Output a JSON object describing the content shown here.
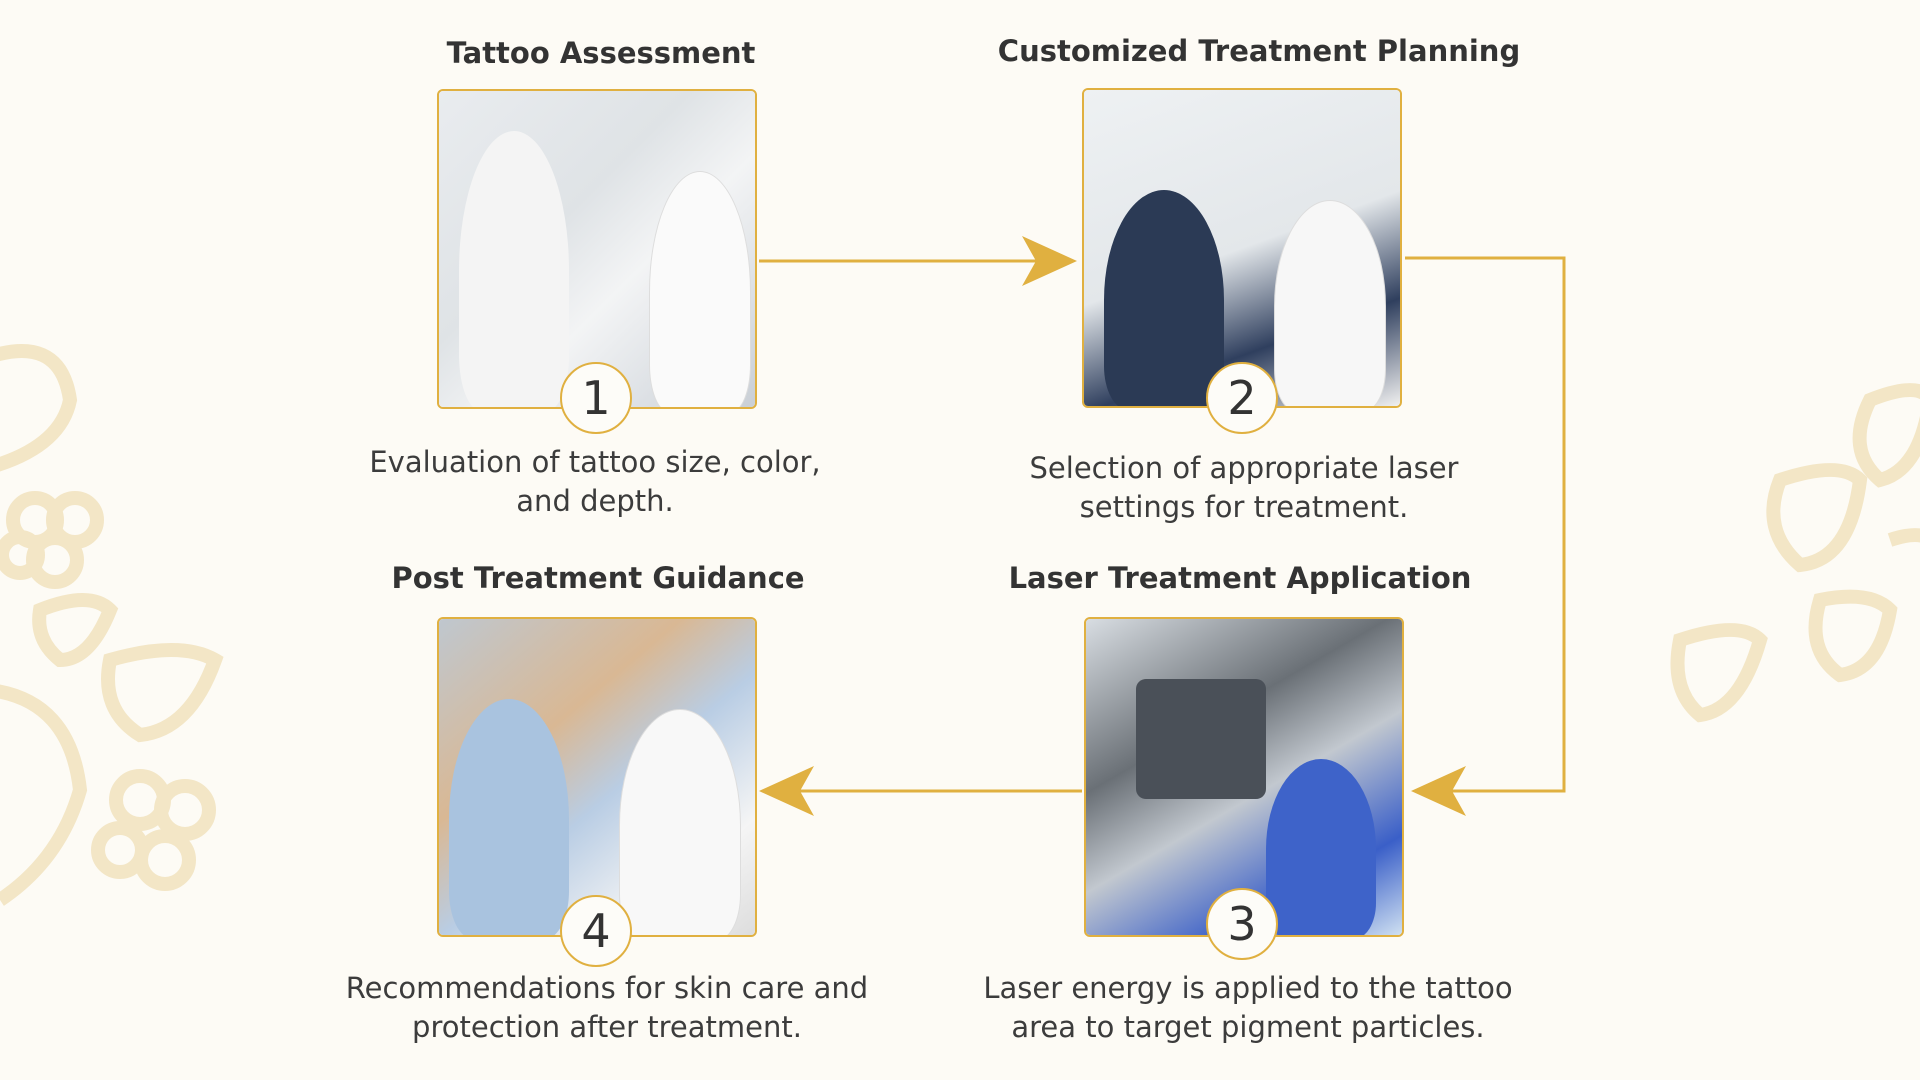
{
  "colors": {
    "accent": "#e0b040",
    "background": "#fdfbf5",
    "decoration": "#f3e6c6"
  },
  "steps": [
    {
      "number": "1",
      "title": "Tattoo Assessment",
      "desc_line1": "Evaluation of tattoo size, color,",
      "desc_line2": "and depth."
    },
    {
      "number": "2",
      "title": "Customized Treatment Planning",
      "desc_line1": "Selection of appropriate laser",
      "desc_line2": "settings for treatment."
    },
    {
      "number": "3",
      "title": "Laser Treatment Application",
      "desc_line1": "Laser energy is applied to the tattoo",
      "desc_line2": "area to target pigment particles."
    },
    {
      "number": "4",
      "title": "Post Treatment Guidance",
      "desc_line1": "Recommendations for skin care and",
      "desc_line2": "protection after treatment."
    }
  ]
}
